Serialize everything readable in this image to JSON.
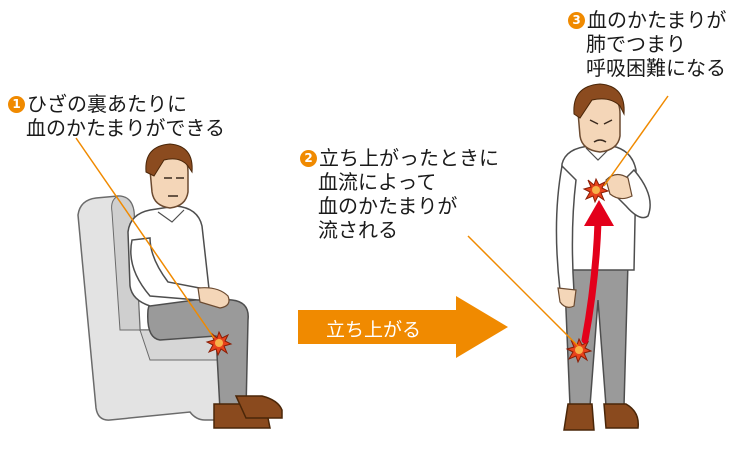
{
  "callouts": {
    "c1": {
      "number": "1",
      "lines": [
        "ひざの裏あたりに",
        "血のかたまりができる"
      ]
    },
    "c2": {
      "number": "2",
      "lines": [
        "立ち上がったときに",
        "血流によって",
        "血のかたまりが",
        "流される"
      ]
    },
    "c3": {
      "number": "3",
      "lines": [
        "血のかたまりが",
        "肺でつまり",
        "呼吸困難になる"
      ]
    }
  },
  "arrow": {
    "label": "立ち上がる"
  },
  "colors": {
    "accent_orange": "#f08a00",
    "clot_red": "#e8431c",
    "flow_red": "#e3001b",
    "shirt": "#ffffff",
    "pants": "#9a9a9a",
    "chair": "#e3e3e3",
    "hair": "#8b4b1f",
    "skin": "#f4d6b8",
    "shoes": "#8a4a1e"
  }
}
